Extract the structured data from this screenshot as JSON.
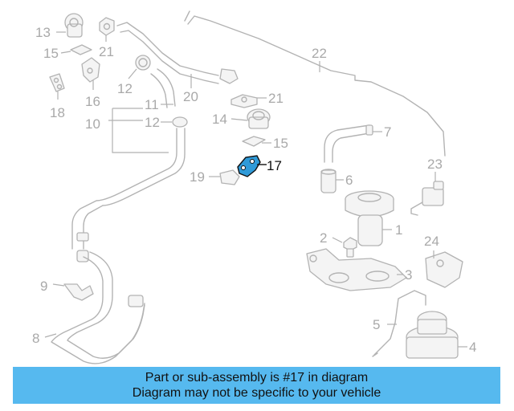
{
  "diagram": {
    "labels": [
      "13",
      "15",
      "21",
      "18",
      "16",
      "12",
      "11",
      "20",
      "10",
      "12",
      "22",
      "21",
      "14",
      "15",
      "7",
      "17",
      "19",
      "6",
      "23",
      "2",
      "1",
      "24",
      "9",
      "3",
      "8",
      "5",
      "4"
    ],
    "highlight_color": "#2f9ad8"
  },
  "banner": {
    "line1": "Part or sub-assembly is #17 in diagram",
    "line2": "Diagram may not be specific to your vehicle",
    "color": "#56b9ef"
  }
}
